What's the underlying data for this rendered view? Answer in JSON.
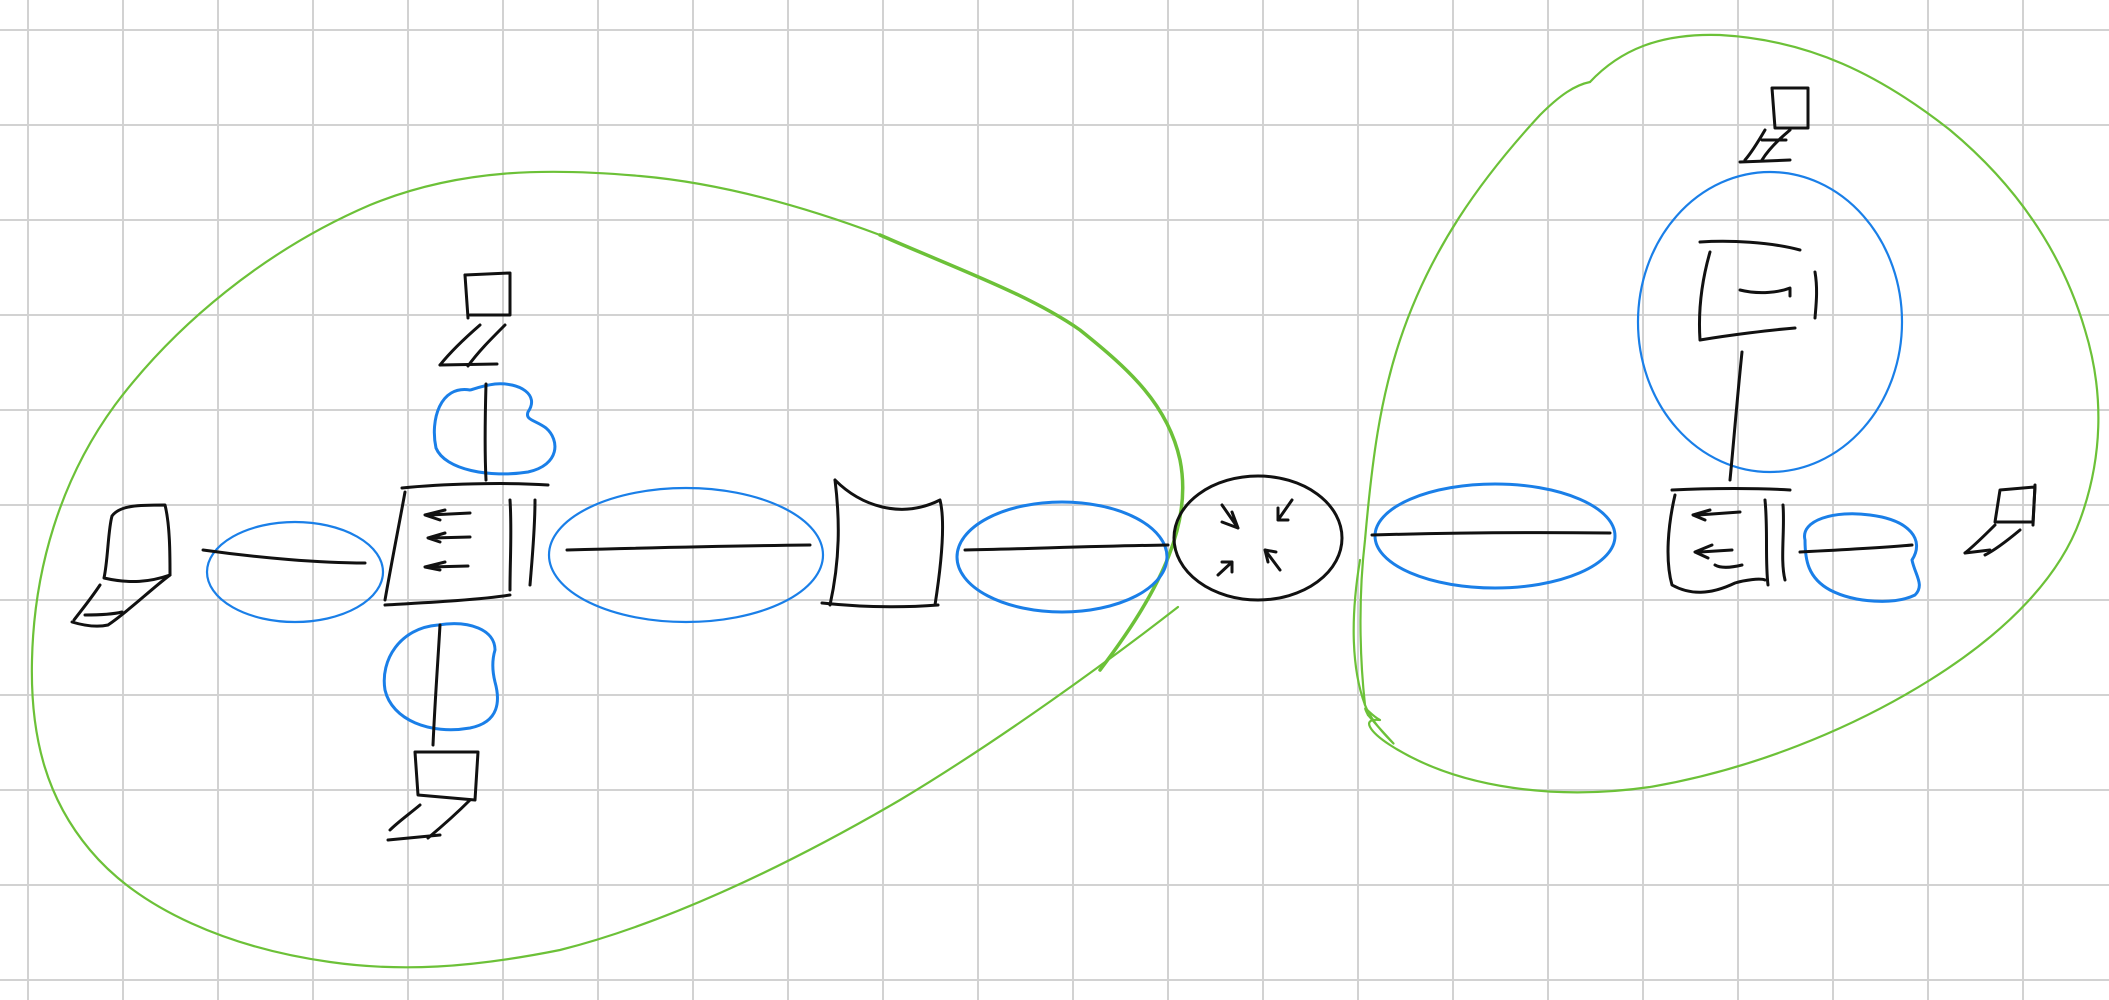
{
  "canvas": {
    "background": "#ffffff",
    "grid_color": "#d2d2d2",
    "ink_colors": {
      "device": "#111111",
      "link_highlight": "#1a7fe8",
      "group_outline": "#6cc138"
    }
  },
  "diagram": {
    "kind": "hand-drawn network topology sketch",
    "devices": [
      {
        "id": "pc-left",
        "icon": "laptop-icon"
      },
      {
        "id": "pc-top-left",
        "icon": "laptop-icon"
      },
      {
        "id": "pc-bottom-left",
        "icon": "laptop-icon"
      },
      {
        "id": "switch-left",
        "icon": "switch-icon"
      },
      {
        "id": "hub-middle",
        "icon": "hub-icon"
      },
      {
        "id": "router",
        "icon": "router-icon"
      },
      {
        "id": "switch-right",
        "icon": "switch-icon"
      },
      {
        "id": "bridge-right-top",
        "icon": "bridge-icon"
      },
      {
        "id": "pc-top-right",
        "icon": "laptop-icon"
      },
      {
        "id": "pc-right",
        "icon": "laptop-icon"
      }
    ],
    "links": [
      [
        "pc-left",
        "switch-left"
      ],
      [
        "pc-top-left",
        "switch-left"
      ],
      [
        "pc-bottom-left",
        "switch-left"
      ],
      [
        "switch-left",
        "hub-middle"
      ],
      [
        "hub-middle",
        "router"
      ],
      [
        "router",
        "switch-right"
      ],
      [
        "switch-right",
        "bridge-right-top"
      ],
      [
        "bridge-right-top",
        "pc-top-right"
      ],
      [
        "switch-right",
        "pc-right"
      ]
    ],
    "groups": [
      {
        "id": "left-segment",
        "members": [
          "pc-left",
          "pc-top-left",
          "pc-bottom-left",
          "switch-left",
          "hub-middle"
        ]
      },
      {
        "id": "right-segment",
        "members": [
          "switch-right",
          "bridge-right-top",
          "pc-top-right",
          "pc-right"
        ]
      }
    ]
  }
}
